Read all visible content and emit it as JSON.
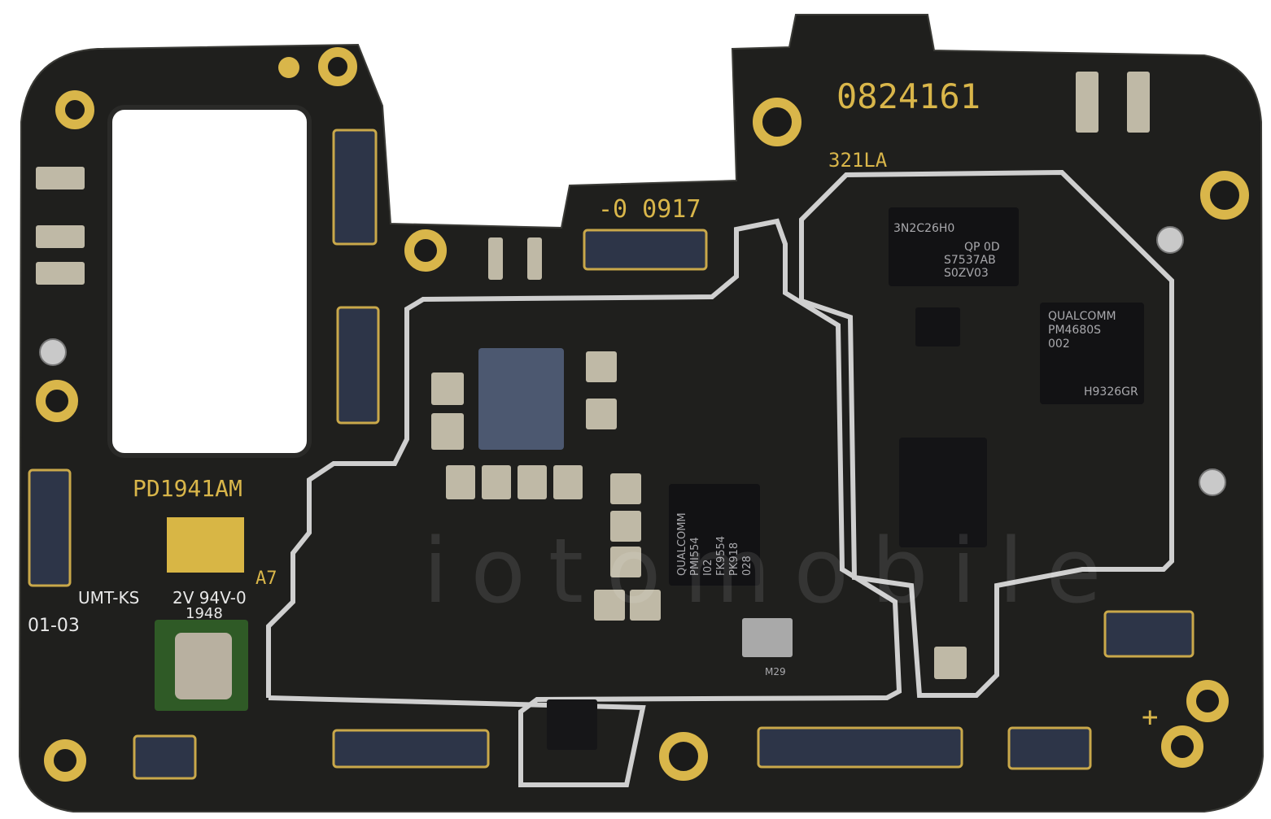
{
  "board": {
    "silkscreen": {
      "serial": "0824161",
      "top_code": "321LA",
      "mid_code": "-0 0917",
      "model": "PD1941AM",
      "manufacturer": "UMT-KS",
      "rating": "2V 94V-0",
      "rev": "A7",
      "date": "1948",
      "bottom_left": "01-03",
      "plus": "+"
    },
    "chips": {
      "memory": [
        "3N2C26H0",
        "QP 0D",
        "S7537AB",
        "S0ZV03"
      ],
      "pmic1": [
        "QUALCOMM",
        "PM4680S",
        "002",
        "H9326GR"
      ],
      "pmic2": [
        "QUALCOMM",
        "PMI554",
        "I02",
        "FK9554",
        "PK918",
        "028"
      ],
      "small": "M29"
    },
    "watermark": "iotomobile"
  },
  "colors": {
    "board": "#1d1d1b",
    "gold": "#d9b64a",
    "shield": "#cfcfcf",
    "chip": "#121214"
  }
}
